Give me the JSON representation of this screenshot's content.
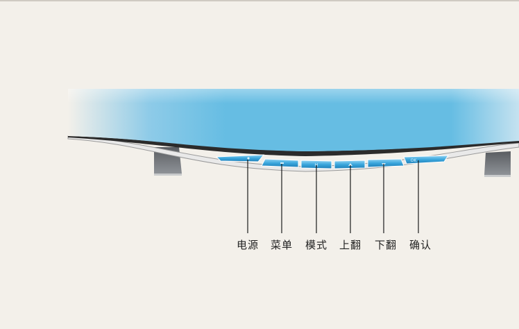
{
  "colors": {
    "background": "#f3f0ea",
    "screen_blue": "#66bde3",
    "button_blue": "#3aa6dc",
    "callout_line": "#1a1a1a"
  },
  "buttons": [
    {
      "id": "power",
      "label": "电源",
      "icon": "power-icon"
    },
    {
      "id": "menu",
      "label": "菜单",
      "icon": "menu-icon"
    },
    {
      "id": "mode",
      "label": "模式",
      "icon": "mode-icon"
    },
    {
      "id": "up",
      "label": "上翻",
      "icon": "up-arrow-icon"
    },
    {
      "id": "down",
      "label": "下翻",
      "icon": "down-arrow-icon"
    },
    {
      "id": "confirm",
      "label": "确认",
      "icon": "ok-icon"
    }
  ]
}
